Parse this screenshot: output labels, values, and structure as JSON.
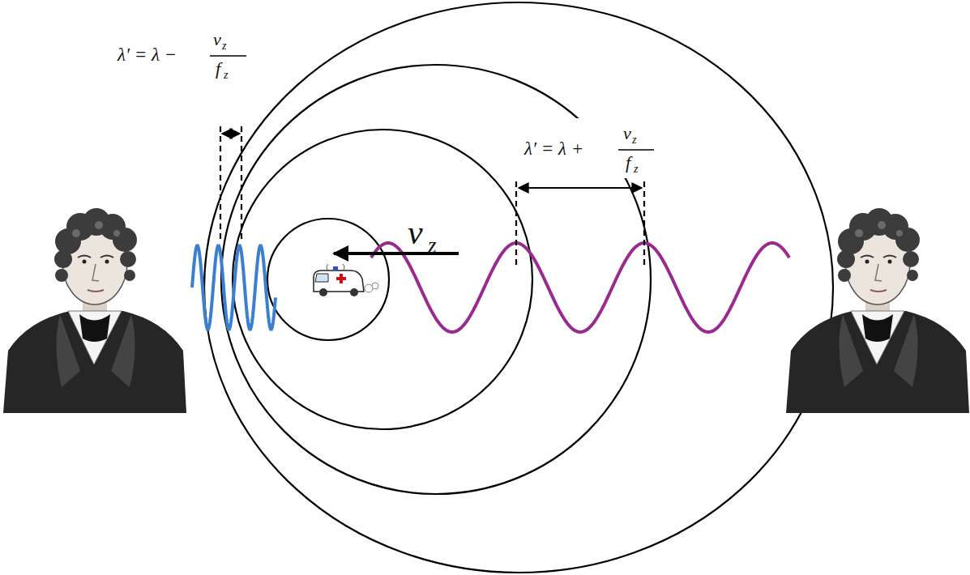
{
  "diagram": {
    "labels": [
      "λ′ = λ −",
      "v",
      "z",
      "f",
      "z",
      "λ′ = λ +",
      "v",
      "z",
      "f",
      "z",
      "v",
      "z"
    ]
  }
}
